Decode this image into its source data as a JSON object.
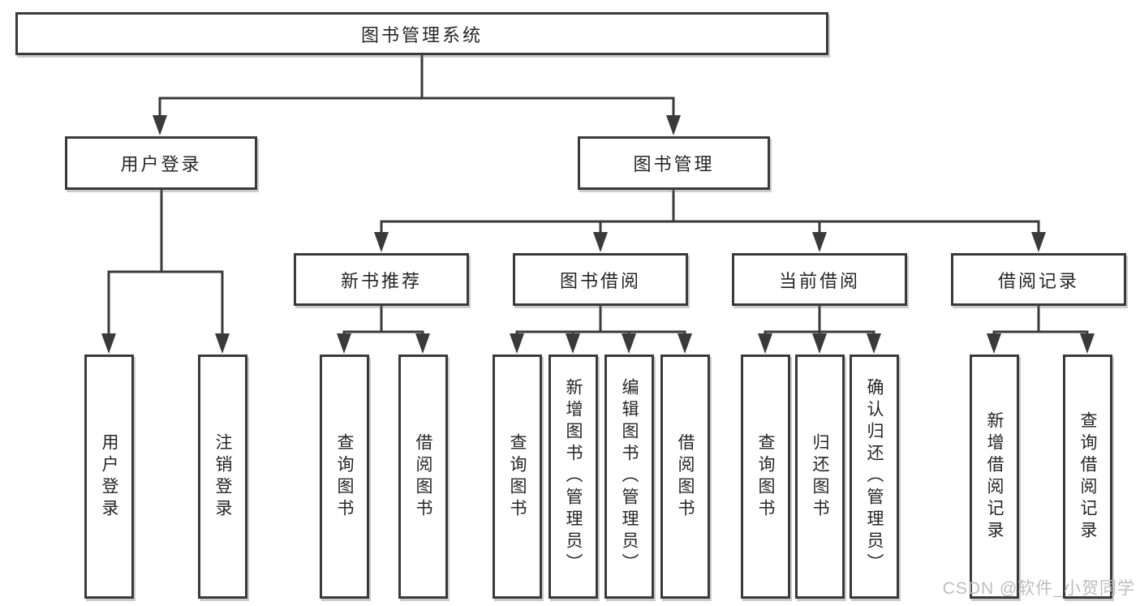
{
  "diagram": {
    "root": {
      "label": "图书管理系统"
    },
    "branches": [
      {
        "label": "用户登录",
        "children": [
          {
            "label": "用户登录"
          },
          {
            "label": "注销登录"
          }
        ]
      },
      {
        "label": "图书管理",
        "children": [
          {
            "label": "新书推荐",
            "children": [
              {
                "label": "查询图书"
              },
              {
                "label": "借阅图书"
              }
            ]
          },
          {
            "label": "图书借阅",
            "children": [
              {
                "label": "查询图书"
              },
              {
                "label": "新增图书（管理员）"
              },
              {
                "label": "编辑图书（管理员）"
              },
              {
                "label": "借阅图书"
              }
            ]
          },
          {
            "label": "当前借阅",
            "children": [
              {
                "label": "查询图书"
              },
              {
                "label": "归还图书"
              },
              {
                "label": "确认归还（管理员）"
              }
            ]
          },
          {
            "label": "借阅记录",
            "children": [
              {
                "label": "新增借阅记录"
              },
              {
                "label": "查询借阅记录"
              }
            ]
          }
        ]
      }
    ]
  },
  "watermark": {
    "text": "CSDN @软件_小贺同学"
  },
  "colors": {
    "line": "#3a3a3a",
    "box_border": "#3a3a3a",
    "text": "#262626",
    "watermark": "#bdbdbd",
    "background": "#ffffff"
  }
}
